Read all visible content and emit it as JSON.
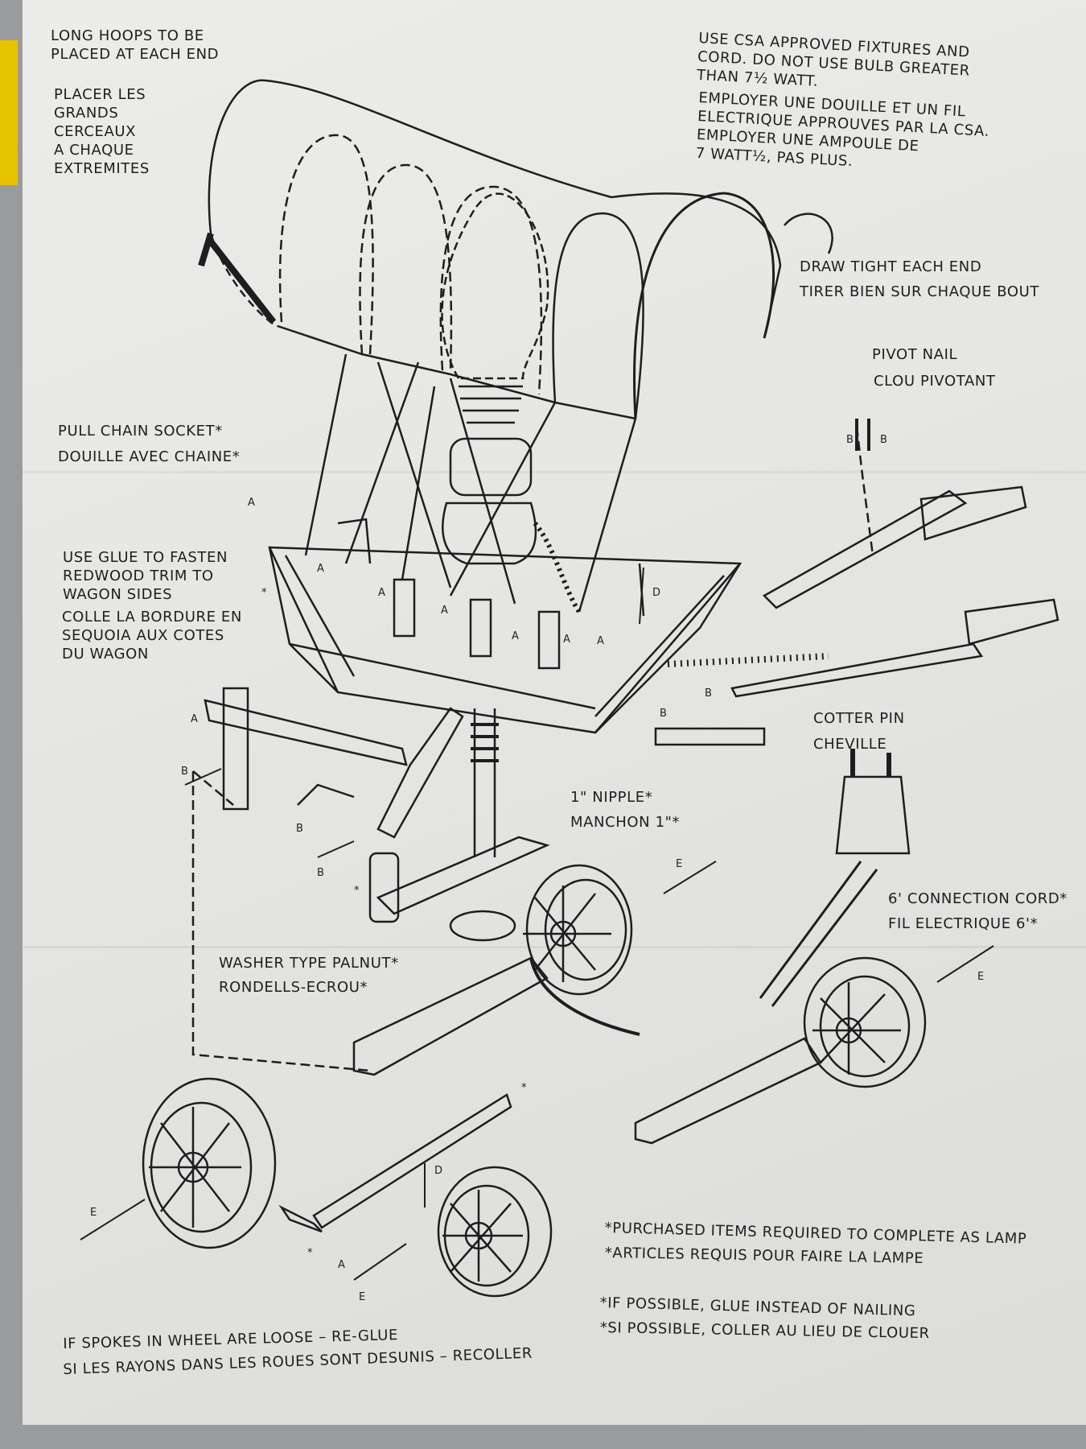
{
  "labels": {
    "long_hoops": [
      "LONG HOOPS TO BE",
      "PLACED AT EACH END"
    ],
    "placer": [
      "PLACER LES",
      "GRANDS",
      "CERCEAUX",
      "A CHAQUE",
      "EXTREMITES"
    ],
    "csa_en": [
      "USE CSA APPROVED FIXTURES AND",
      "CORD. DO NOT USE BULB GREATER",
      "THAN 7½ WATT."
    ],
    "csa_fr": [
      "EMPLOYER UNE DOUILLE ET UN FIL",
      "ELECTRIQUE APPROUVES PAR LA CSA.",
      "EMPLOYER UNE AMPOULE DE",
      "7 WATT½, PAS PLUS."
    ],
    "draw_tight": "DRAW TIGHT EACH END",
    "tirer": "TIRER BIEN SUR CHAQUE BOUT",
    "pivot_nail": "PIVOT NAIL",
    "clou": "CLOU PIVOTANT",
    "pull_chain": "PULL CHAIN SOCKET*",
    "douille_chaine": "DOUILLE AVEC CHAINE*",
    "use_glue": [
      "USE GLUE TO FASTEN",
      "REDWOOD TRIM TO",
      "WAGON SIDES"
    ],
    "colle": [
      "COLLE LA BORDURE EN",
      "SEQUOIA AUX COTES",
      "DU WAGON"
    ],
    "cotter_pin": "COTTER PIN",
    "cheville": "CHEVILLE",
    "nipple": "1\" NIPPLE*",
    "manchon": "MANCHON 1\"*",
    "cord": "6' CONNECTION CORD*",
    "fil": "FIL ELECTRIQUE 6'*",
    "washer": "WASHER TYPE PALNUT*",
    "rondells": "RONDELLS-ECROU*",
    "purchased": "*PURCHASED ITEMS REQUIRED TO COMPLETE AS LAMP",
    "articles": "*ARTICLES REQUIS POUR FAIRE LA LAMPE",
    "if_possible": "*IF POSSIBLE, GLUE INSTEAD OF NAILING",
    "si_possible": "*SI POSSIBLE, COLLER AU LIEU DE CLOUER",
    "spokes_en": "IF SPOKES IN WHEEL ARE LOOSE – RE-GLUE",
    "spokes_fr": "SI LES RAYONS DANS LES ROUES SONT DESUNIS – RECOLLER"
  },
  "parts": {
    "a": "A",
    "b": "B",
    "d": "D",
    "e": "E",
    "star": "*"
  },
  "colors": {
    "ink": "#1e1e1e",
    "paper": "#e6e6e4",
    "ruler": "#e8c400"
  }
}
